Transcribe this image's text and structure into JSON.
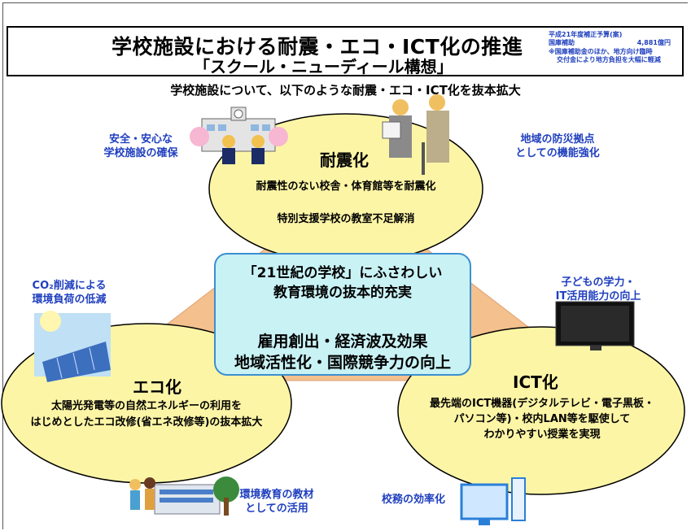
{
  "title": {
    "main": "学校施設における耐震・エコ・ICT化の推進",
    "sub": "「スクール・ニューディール構想」"
  },
  "budget": {
    "line1": "平成21年度補正予算(案)",
    "line2_label": "国庫補助",
    "line2_value": "4,881億円",
    "note1": "※国庫補助金のほか、地方向け臨時",
    "note2": "交付金により地方負担を大幅に軽減"
  },
  "lead": "学校施設について、以下のような耐震・エコ・ICT化を抜本拡大",
  "top_ellipse": {
    "title": "耐震化",
    "line1": "耐震性のない校舎・体育館等を耐震化",
    "line2": "特別支援学校の教室不足解消"
  },
  "left_ellipse": {
    "title": "エコ化",
    "line1": "太陽光発電等の自然エネルギーの利用を",
    "line2": "はじめとしたエコ改修(省エネ改修等)の抜本拡大"
  },
  "right_ellipse": {
    "title": "ICT化",
    "line1": "最先端のICT機器(デジタルテレビ・電子黒板・",
    "line2": "パソコン等)・校内LAN等を駆使して",
    "line3": "わかりやすい授業を実現"
  },
  "labels": {
    "safety1": "安全・安心な",
    "safety2": "学校施設の確保",
    "disaster1": "地域の防災拠点",
    "disaster2": "としての機能強化",
    "co2_1": "CO₂削減による",
    "co2_2": "環境負荷の低減",
    "kids1": "子どもの学力・",
    "kids2": "IT活用能力の向上",
    "envedu1": "環境教育の教材",
    "envedu2": "としての活用",
    "office": "校務の効率化"
  },
  "center": {
    "line1": "「21世紀の学校」にふさわしい",
    "line2": "教育環境の抜本的充実",
    "line3": "雇用創出・経済波及効果",
    "line4": "地域活性化・国際競争力の向上"
  },
  "colors": {
    "ellipse_fill": "#fdf5a6",
    "triangle_fill": "#f3c08e",
    "center_fill": "#c9f2f5",
    "blue_text": "#1f3fbf"
  }
}
